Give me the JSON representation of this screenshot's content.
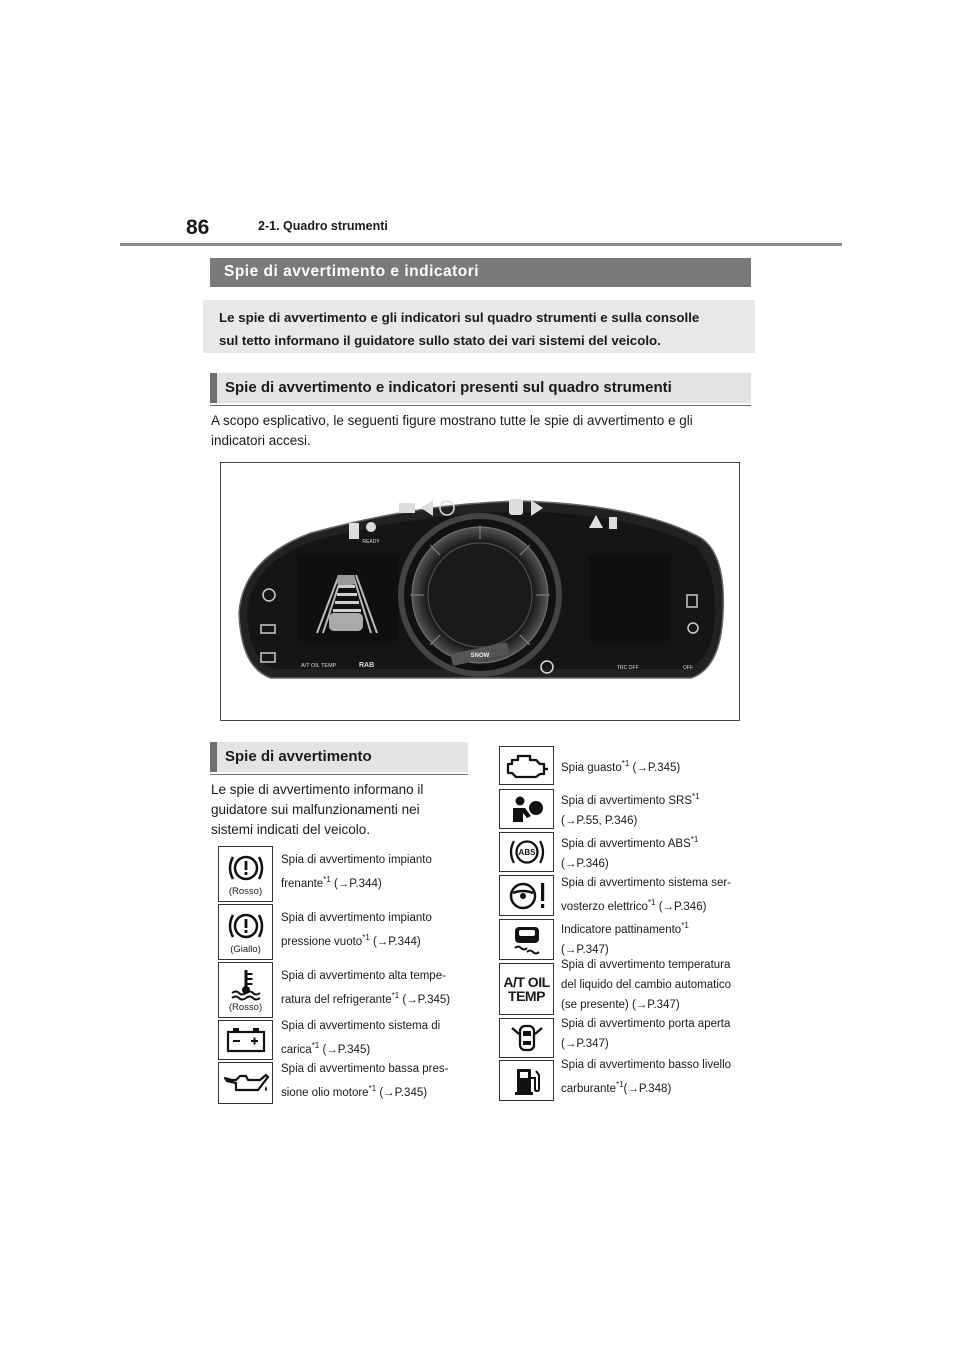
{
  "header": {
    "page_number": "86",
    "breadcrumb": "2-1. Quadro strumenti"
  },
  "section_main": {
    "title": "Spie di avvertimento e indicatori",
    "intro_line1": "Le spie di avvertimento e gli indicatori sul quadro strumenti e sulla consolle",
    "intro_line2": "sul tetto informano il guidatore sullo stato dei vari sistemi del veicolo."
  },
  "section_cluster": {
    "title": "Spie di avvertimento e indicatori presenti sul quadro strumenti",
    "paragraph_line1": "A scopo esplicativo, le seguenti figure mostrano tutte le spie di avvertimento e gli",
    "paragraph_line2": "indicatori accesi."
  },
  "cluster_figure": {
    "ready_label": "READY",
    "snow_label": "SNOW",
    "at_oil_temp": "A/T OIL TEMP",
    "rab_label": "RAB",
    "trc_off": "TRC OFF",
    "off_label": "OFF"
  },
  "section_warnings": {
    "title": "Spie di avvertimento",
    "paragraph_line1": "Le spie di avvertimento informano il",
    "paragraph_line2": "guidatore sui malfunzionamenti nei",
    "paragraph_line3": "sistemi indicati del veicolo."
  },
  "left_items": [
    {
      "icon": "brake-warning-icon",
      "sub": "(Rosso)",
      "line1": "Spia di avvertimento impianto",
      "line2_pre": "frenante",
      "sup": "*1",
      "line2_post": " (→P.344)"
    },
    {
      "icon": "brake-vacuum-icon",
      "sub": "(Giallo)",
      "line1": "Spia di avvertimento impianto",
      "line2_pre": "pressione vuoto",
      "sup": "*1",
      "line2_post": " (→P.344)"
    },
    {
      "icon": "coolant-temperature-icon",
      "sub": "(Rosso)",
      "line1": "Spia di avvertimento alta tempe-",
      "line2_pre": "ratura del refrigerante",
      "sup": "*1",
      "line2_post": " (→P.345)"
    },
    {
      "icon": "battery-charge-icon",
      "sub": "",
      "line1": "Spia di avvertimento sistema di",
      "line2_pre": "carica",
      "sup": "*1",
      "line2_post": " (→P.345)"
    },
    {
      "icon": "oil-pressure-icon",
      "sub": "",
      "line1": "Spia di avvertimento bassa pres-",
      "line2_pre": "sione olio motore",
      "sup": "*1",
      "line2_post": " (→P.345)"
    }
  ],
  "right_items": [
    {
      "icon": "check-engine-icon",
      "line1_pre": "Spia guasto",
      "line1_sup": "*1",
      "line1_post": " (→P.345)",
      "line2": ""
    },
    {
      "icon": "srs-airbag-icon",
      "line1_pre": "Spia di avvertimento SRS",
      "line1_sup": "*1",
      "line1_post": "",
      "line2": "(→P.55, P.346)"
    },
    {
      "icon": "abs-icon",
      "line1_pre": "Spia di avvertimento ABS",
      "line1_sup": "*1",
      "line1_post": "",
      "line2": "(→P.346)"
    },
    {
      "icon": "power-steering-icon",
      "line1_pre": "Spia di avvertimento sistema ser-",
      "line1_sup": "",
      "line1_post": "",
      "line2_pre": "vosterzo elettrico",
      "line2_sup": "*1",
      "line2_post": " (→P.346)"
    },
    {
      "icon": "slip-indicator-icon",
      "line1_pre": "Indicatore pattinamento",
      "line1_sup": "*1",
      "line1_post": "",
      "line2": "(→P.347)"
    },
    {
      "icon": "at-oil-temp-icon",
      "icon_text1": "A/T OIL",
      "icon_text2": "TEMP",
      "line1_pre": "Spia di avvertimento temperatura",
      "line2": "del liquido del cambio automatico",
      "line3": "(se presente) (→P.347)"
    },
    {
      "icon": "door-open-icon",
      "line1_pre": "Spia di avvertimento porta aperta",
      "line2": "(→P.347)"
    },
    {
      "icon": "low-fuel-icon",
      "line1_pre": "Spia di avvertimento basso livello",
      "line2_pre": "carburante",
      "line2_sup": "*1",
      "line2_post": "(→P.348)"
    }
  ]
}
